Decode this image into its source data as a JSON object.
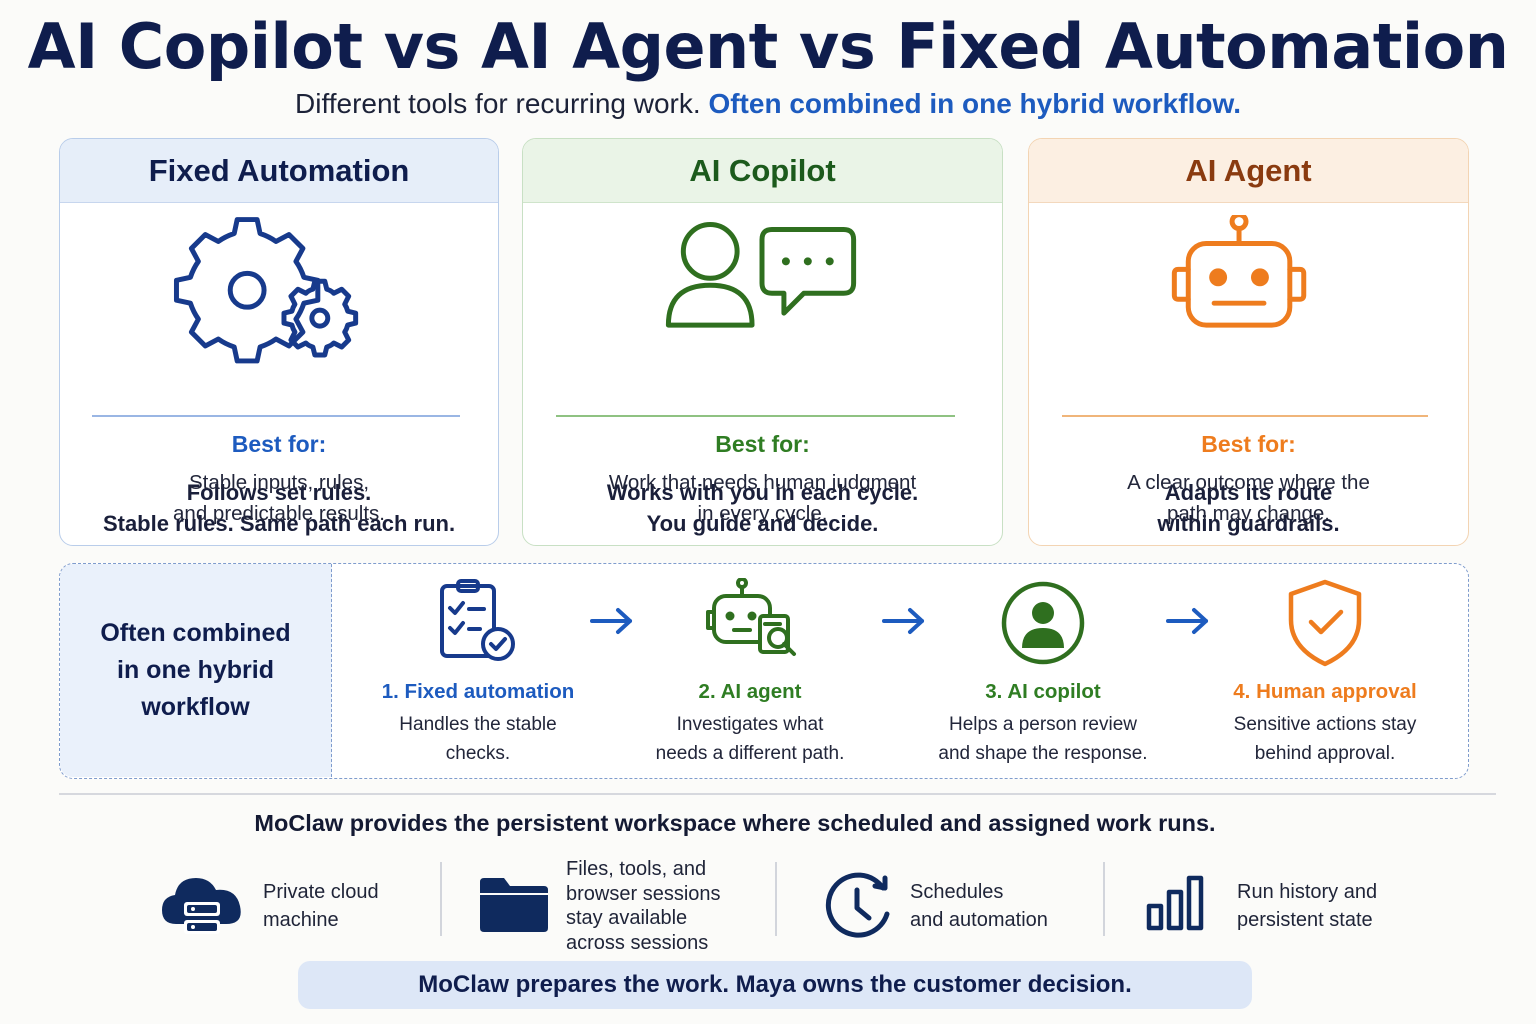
{
  "title": "AI Copilot vs AI Agent vs Fixed Automation",
  "subtitle": {
    "text": "Different tools for recurring work.",
    "accent": "Often combined in one hybrid workflow."
  },
  "colors": {
    "navy": "#0f1d4d",
    "blue": "#1d5bbf",
    "green": "#2f7d23",
    "orange": "#ee7c1e"
  },
  "cards": [
    {
      "title": "Fixed Automation",
      "icon": "gears-icon",
      "desc_lines": [
        "Follows set rules.",
        "Stable rules. Same path each run."
      ],
      "best_label": "Best for:",
      "best_lines": [
        "Stable inputs, rules,",
        "and predictable results."
      ]
    },
    {
      "title": "AI Copilot",
      "icon": "person-chat-icon",
      "desc_lines": [
        "Works with you in each cycle.",
        "You guide and decide."
      ],
      "best_label": "Best for:",
      "best_lines": [
        "Work that needs human judgment",
        "in every cycle."
      ]
    },
    {
      "title": "AI Agent",
      "icon": "robot-icon",
      "desc_lines": [
        "Adapts its route",
        "within guardrails."
      ],
      "best_label": "Best for:",
      "best_lines": [
        "A clear outcome where the",
        "path may change."
      ]
    }
  ],
  "flow": {
    "label_lines": [
      "Often combined",
      "in one hybrid",
      "workflow"
    ],
    "steps": [
      {
        "title": "1. Fixed automation",
        "icon": "checklist-icon",
        "desc_lines": [
          "Handles the stable",
          "checks."
        ]
      },
      {
        "title": "2. AI agent",
        "icon": "robot-search-icon",
        "desc_lines": [
          "Investigates what",
          "needs a different path."
        ]
      },
      {
        "title": "3. AI copilot",
        "icon": "person-circle-icon",
        "desc_lines": [
          "Helps a person review",
          "and shape the response."
        ]
      },
      {
        "title": "4. Human approval",
        "icon": "shield-check-icon",
        "desc_lines": [
          "Sensitive actions stay",
          "behind approval."
        ]
      }
    ]
  },
  "moclaw_line": "MoClaw provides the persistent workspace where scheduled and assigned work runs.",
  "features": [
    {
      "icon": "cloud-server-icon",
      "lines": [
        "Private cloud",
        "machine"
      ]
    },
    {
      "icon": "folder-icon",
      "lines": [
        "Files, tools, and",
        "browser sessions",
        "stay available",
        "across sessions"
      ]
    },
    {
      "icon": "clock-icon",
      "lines": [
        "Schedules",
        "and automation"
      ]
    },
    {
      "icon": "bar-chart-icon",
      "lines": [
        "Run history and",
        "persistent state"
      ]
    }
  ],
  "footer": "MoClaw prepares the work. Maya owns the customer decision."
}
